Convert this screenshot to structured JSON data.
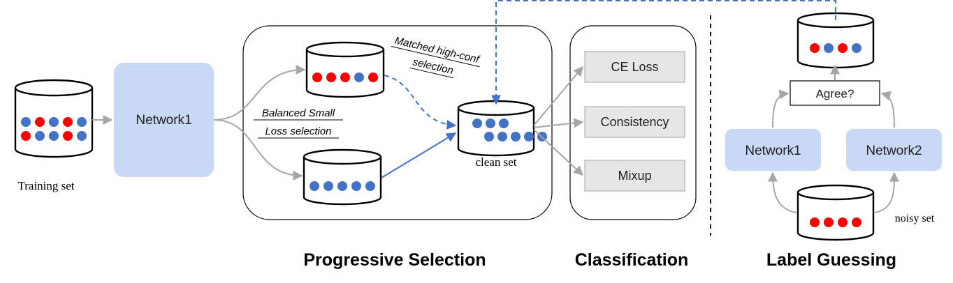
{
  "labels": {
    "training_set": "Training set",
    "network1_main": "Network1",
    "balanced_line1": "Balanced Small",
    "balanced_line2": "Loss selection",
    "matched_line1": "Matched high-conf",
    "matched_line2": "selection",
    "clean_set": "clean set",
    "ce_loss": "CE Loss",
    "consistency": "Consistency",
    "mixup": "Mixup",
    "agree": "Agree?",
    "network1_guess": "Network1",
    "network2_guess": "Network2",
    "noisy_set": "noisy set"
  },
  "sections": {
    "progressive": "Progressive Selection",
    "classification": "Classification",
    "label_guessing": "Label Guessing"
  },
  "colors": {
    "red_dot": "#ff0000",
    "blue_dot": "#4472c4",
    "network_fill": "#c9d9f5",
    "loss_box_fill": "#e6e6e6",
    "arrow_grey": "#a6a6a6",
    "arrow_blue": "#4472c4"
  },
  "datasets": {
    "training": [
      [
        "blue",
        "red",
        "blue",
        "red",
        "blue"
      ],
      [
        "red",
        "blue",
        "blue",
        "red",
        "blue"
      ]
    ],
    "high_conf": [
      [
        "red",
        "red",
        "red",
        "blue",
        "red"
      ]
    ],
    "small_loss": [
      [
        "blue",
        "blue",
        "blue",
        "blue",
        "blue"
      ]
    ],
    "clean": [
      [
        "blue",
        "blue",
        "blue"
      ],
      [
        "blue",
        "blue",
        "blue",
        "blue",
        "blue"
      ]
    ],
    "agreed": [
      [
        "red",
        "blue",
        "red",
        "blue"
      ]
    ],
    "noisy": [
      [
        "red",
        "red",
        "red",
        "red"
      ]
    ]
  }
}
